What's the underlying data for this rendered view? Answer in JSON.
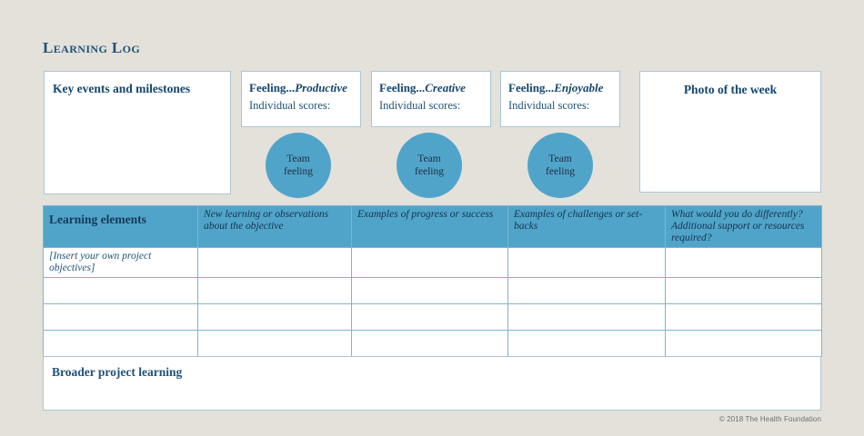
{
  "page": {
    "title": "Learning Log",
    "background_color": "#e3e1da",
    "accent_color": "#51a4c9",
    "text_color": "#1f3a57"
  },
  "key_events": {
    "title": "Key events and milestones"
  },
  "feelings": [
    {
      "label_prefix": "Feeling...",
      "word": "Productive",
      "subtitle": "Individual scores:",
      "circle_label_line1": "Team",
      "circle_label_line2": "feeling"
    },
    {
      "label_prefix": "Feeling...",
      "word": "Creative",
      "subtitle": "Individual scores:",
      "circle_label_line1": "Team",
      "circle_label_line2": "feeling"
    },
    {
      "label_prefix": "Feeling...",
      "word": "Enjoyable",
      "subtitle": "Individual scores:",
      "circle_label_line1": "Team",
      "circle_label_line2": "feeling"
    }
  ],
  "photo": {
    "title": "Photo of the week"
  },
  "table": {
    "headers": [
      {
        "text": "Learning elements",
        "style": "bold"
      },
      {
        "text": "New learning or observations about the objective",
        "style": "italic"
      },
      {
        "text": "Examples of progress or success",
        "style": "italic"
      },
      {
        "text": "Examples of challenges or set-backs",
        "style": "italic"
      },
      {
        "text": "What would you do differently? Additional support or resources required?",
        "style": "italic"
      }
    ],
    "rows": [
      {
        "cells": [
          "[Insert your own project objectives]",
          "",
          "",
          "",
          ""
        ]
      },
      {
        "cells": [
          "",
          "",
          "",
          "",
          ""
        ]
      },
      {
        "cells": [
          "",
          "",
          "",
          "",
          ""
        ]
      },
      {
        "cells": [
          "",
          "",
          "",
          "",
          ""
        ]
      }
    ]
  },
  "broader_learning": {
    "title": "Broader project learning"
  },
  "footer": {
    "copyright": "© 2018 The Health Foundation"
  }
}
